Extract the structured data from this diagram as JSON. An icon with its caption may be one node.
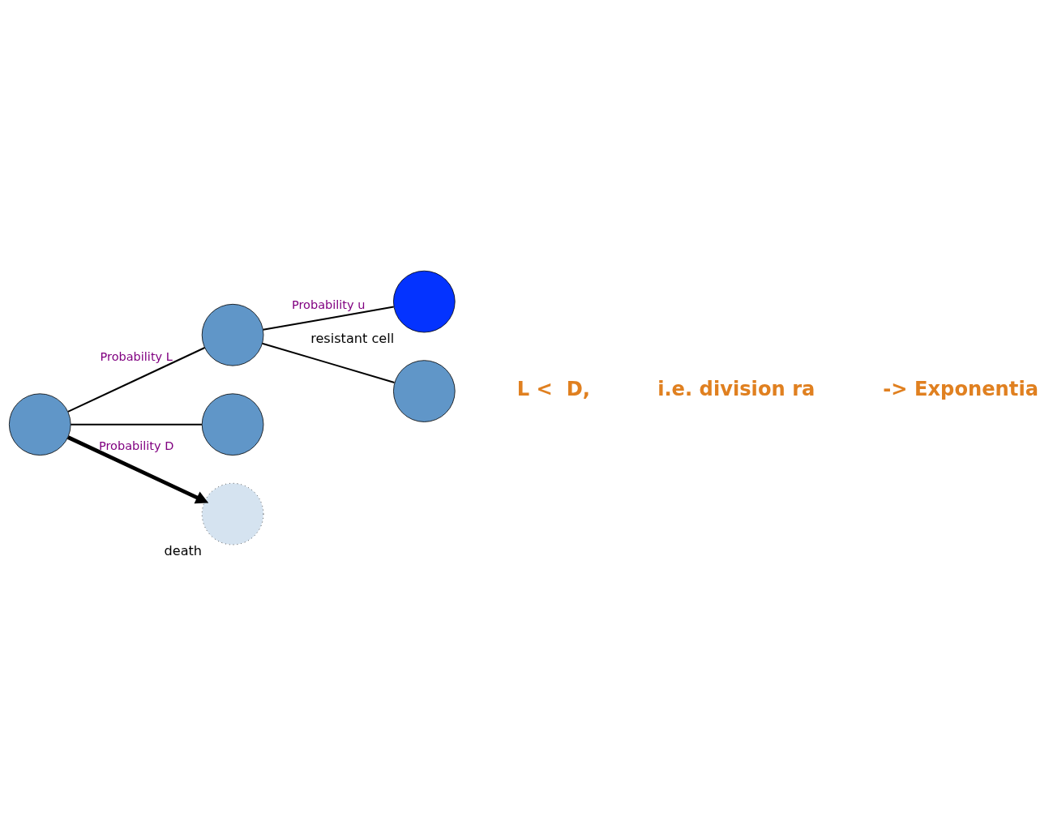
{
  "diagram": {
    "nodes": [
      {
        "text": [],
        "shape": "circle"
      },
      {
        "text": [],
        "shape": "circle"
      },
      {
        "text": [],
        "shape": "circle"
      },
      {
        "text": [],
        "shape": "circle",
        "beside": [
          "resistant cell"
        ]
      },
      {
        "text": [],
        "shape": "circle"
      },
      {
        "text": [],
        "shape": "circle",
        "beside": [
          "death"
        ]
      }
    ],
    "edges": [
      {
        "from": 0,
        "to": 1,
        "arrow": "none",
        "label": "Probability L"
      },
      {
        "from": 0,
        "to": 2,
        "arrow": "none"
      },
      {
        "from": 1,
        "to": 3,
        "arrow": "none",
        "label": "Probability u"
      },
      {
        "from": 1,
        "to": 4,
        "arrow": "none"
      },
      {
        "from": 0,
        "to": 5,
        "arrow": "to",
        "label": "Probability D",
        "style": "thick"
      }
    ],
    "labels": [
      "L <  D,",
      "i.e. division ra",
      "-> Exponentia"
    ]
  }
}
